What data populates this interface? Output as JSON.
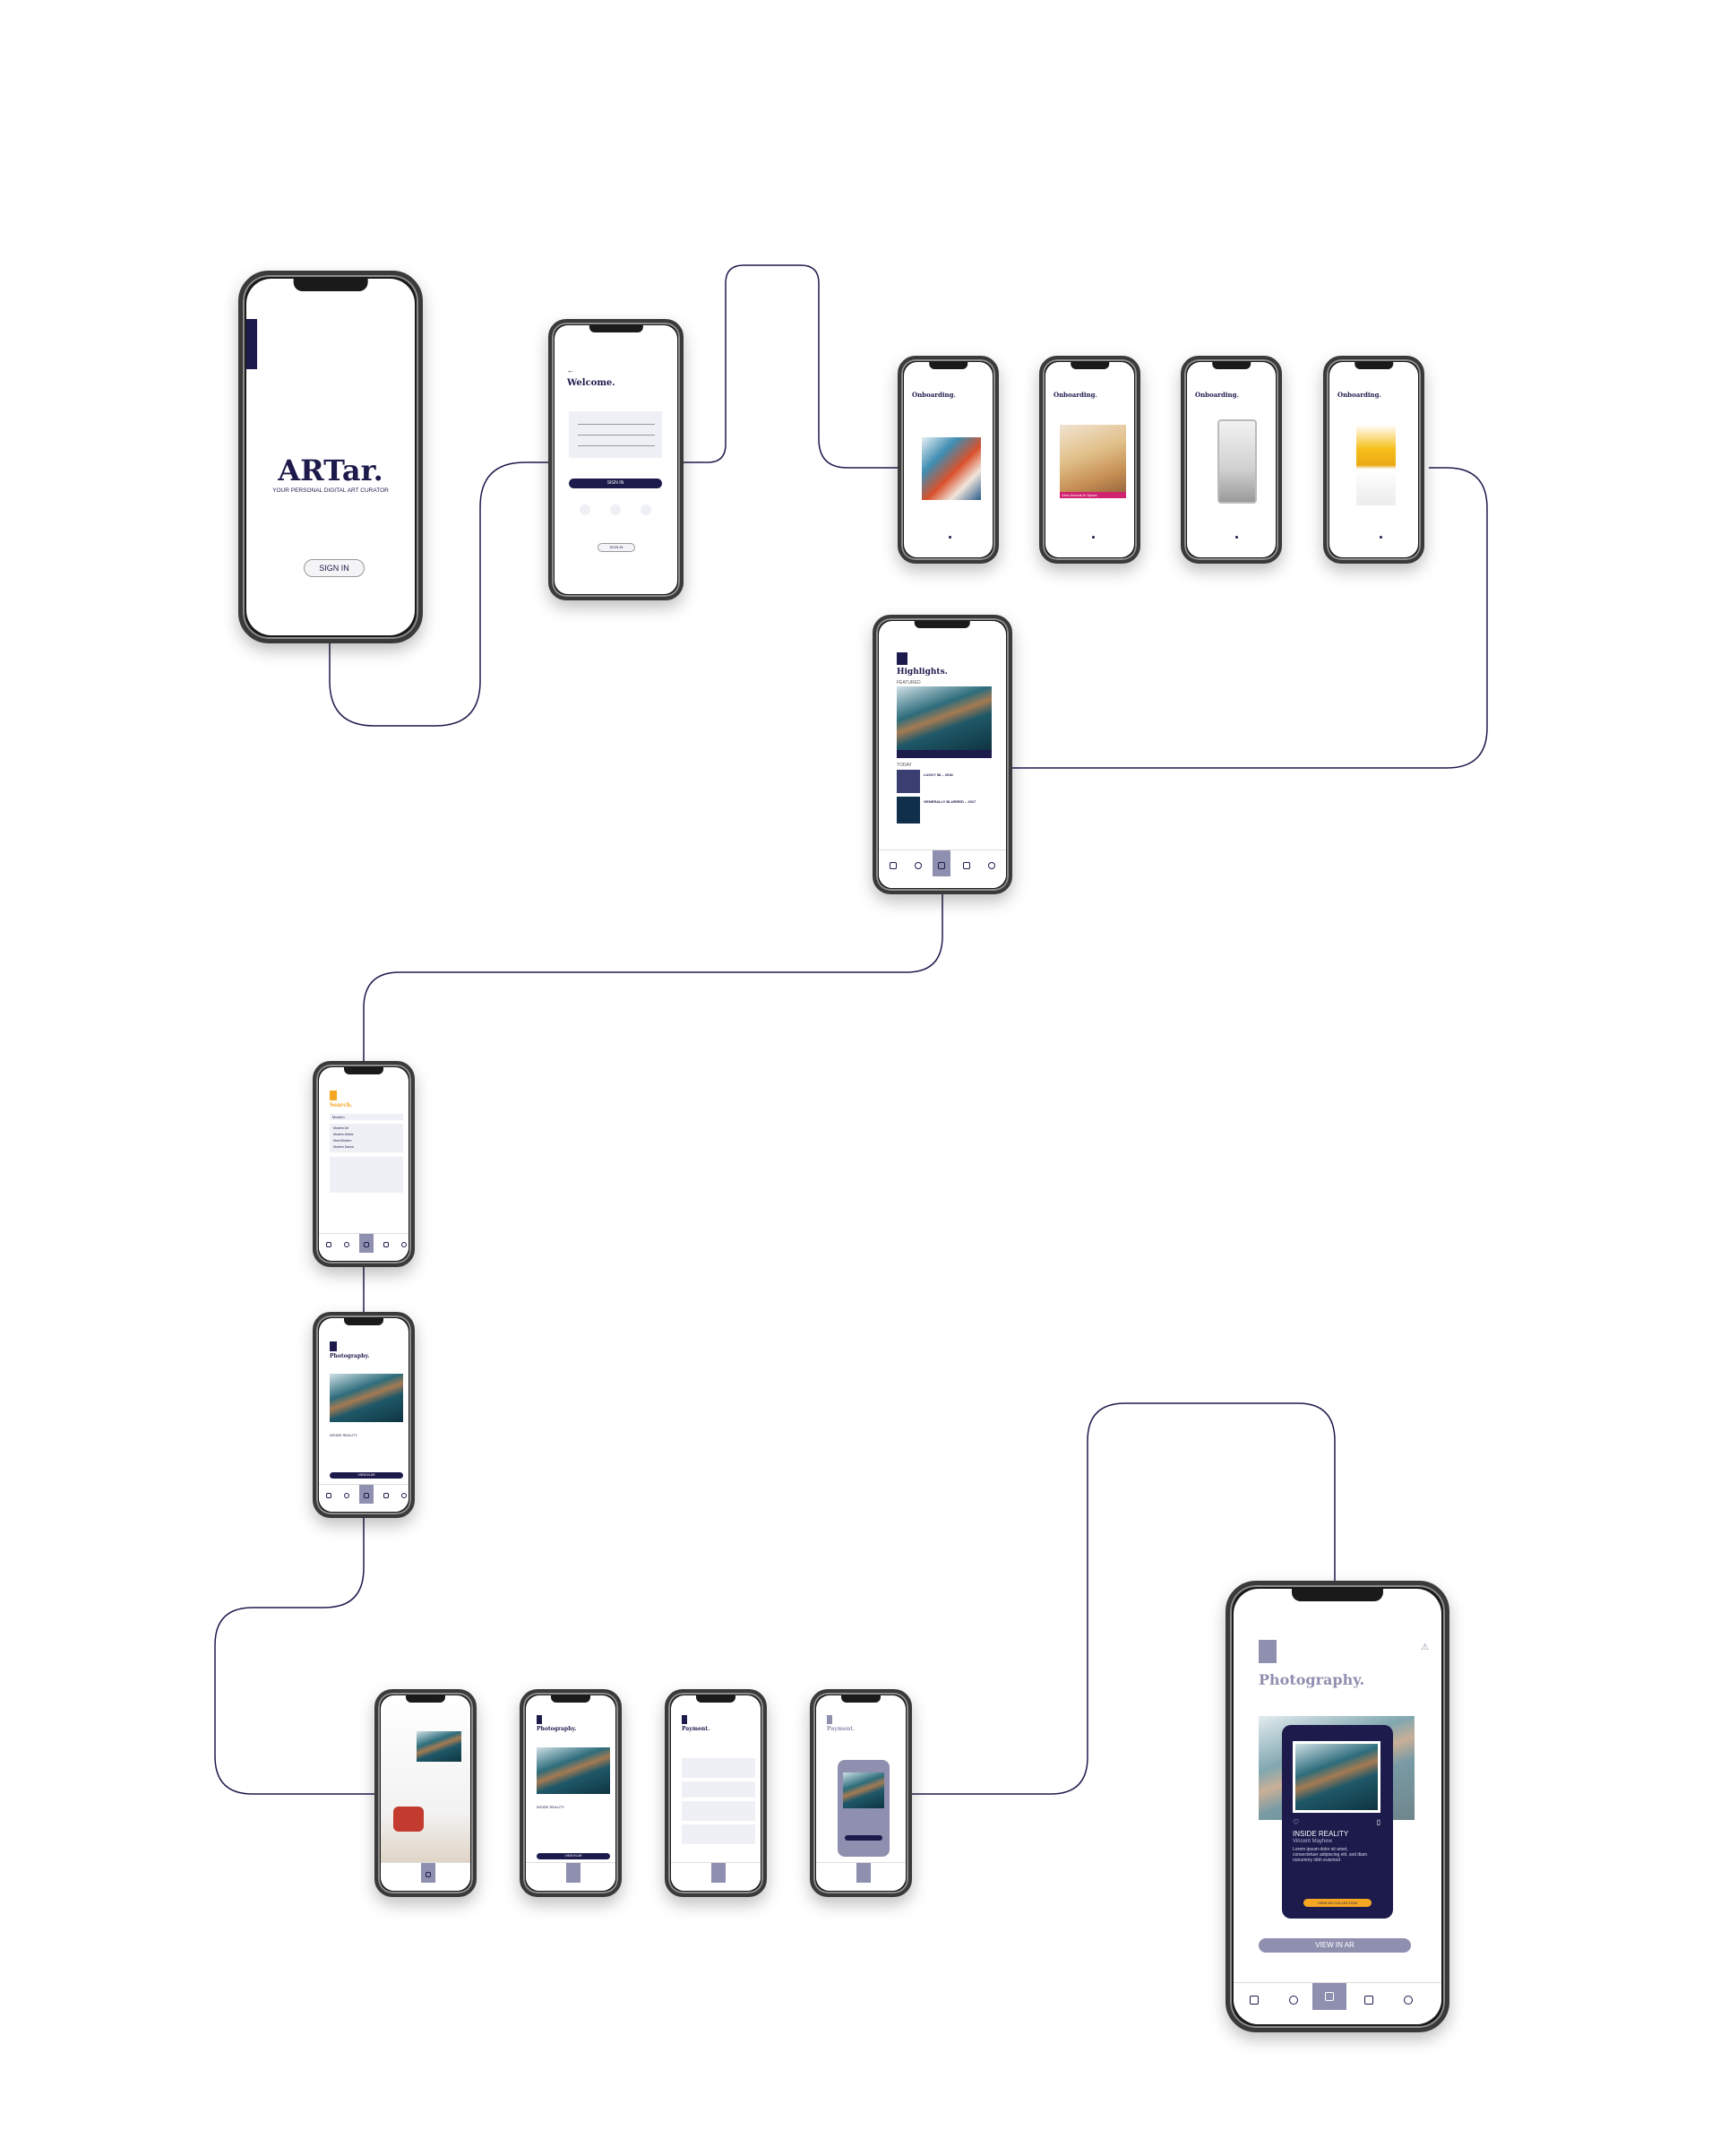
{
  "brand": {
    "name": "ARTar.",
    "tagline": "YOUR PERSONAL DIGITAL ART CURATOR",
    "sign_in_label": "SIGN IN"
  },
  "welcome": {
    "title": "Welcome.",
    "sign_in_label": "SIGN IN",
    "footer_button": "SIGN IN"
  },
  "onboarding": {
    "title": "Onboarding.",
    "badge": "View Artwork in Space"
  },
  "highlights": {
    "title": "Highlights.",
    "featured_label": "FEATURED",
    "today_label": "TODAY",
    "items": [
      "LUCKY 58 – 2018",
      "GENERALLY BLURRED – 2017"
    ]
  },
  "search": {
    "title": "Search.",
    "query": "Modern",
    "suggestions": [
      "Modern Art",
      "Modern Artists",
      "Most Modern",
      "Modern Dance"
    ]
  },
  "photography": {
    "title": "Photography.",
    "artwork_title": "INSIDE REALITY",
    "view_in_ar": "VIEW IN AR"
  },
  "payment": {
    "title": "Payment."
  },
  "final": {
    "title": "Photography.",
    "card_title": "INSIDE REALITY",
    "card_subtitle": "Vincent Mayhew",
    "card_body": "Lorem ipsum dolor sit amet, consectetuer adipiscing elit, sed diam nonummy nibh euismod",
    "collection_button": "VIEW MY COLLECTION",
    "view_in_ar": "VIEW IN AR"
  },
  "colors": {
    "navy": "#1d1b4c",
    "accent": "#f5a623",
    "lavender": "#8f8fb0",
    "connector": "#1d1b4c"
  }
}
